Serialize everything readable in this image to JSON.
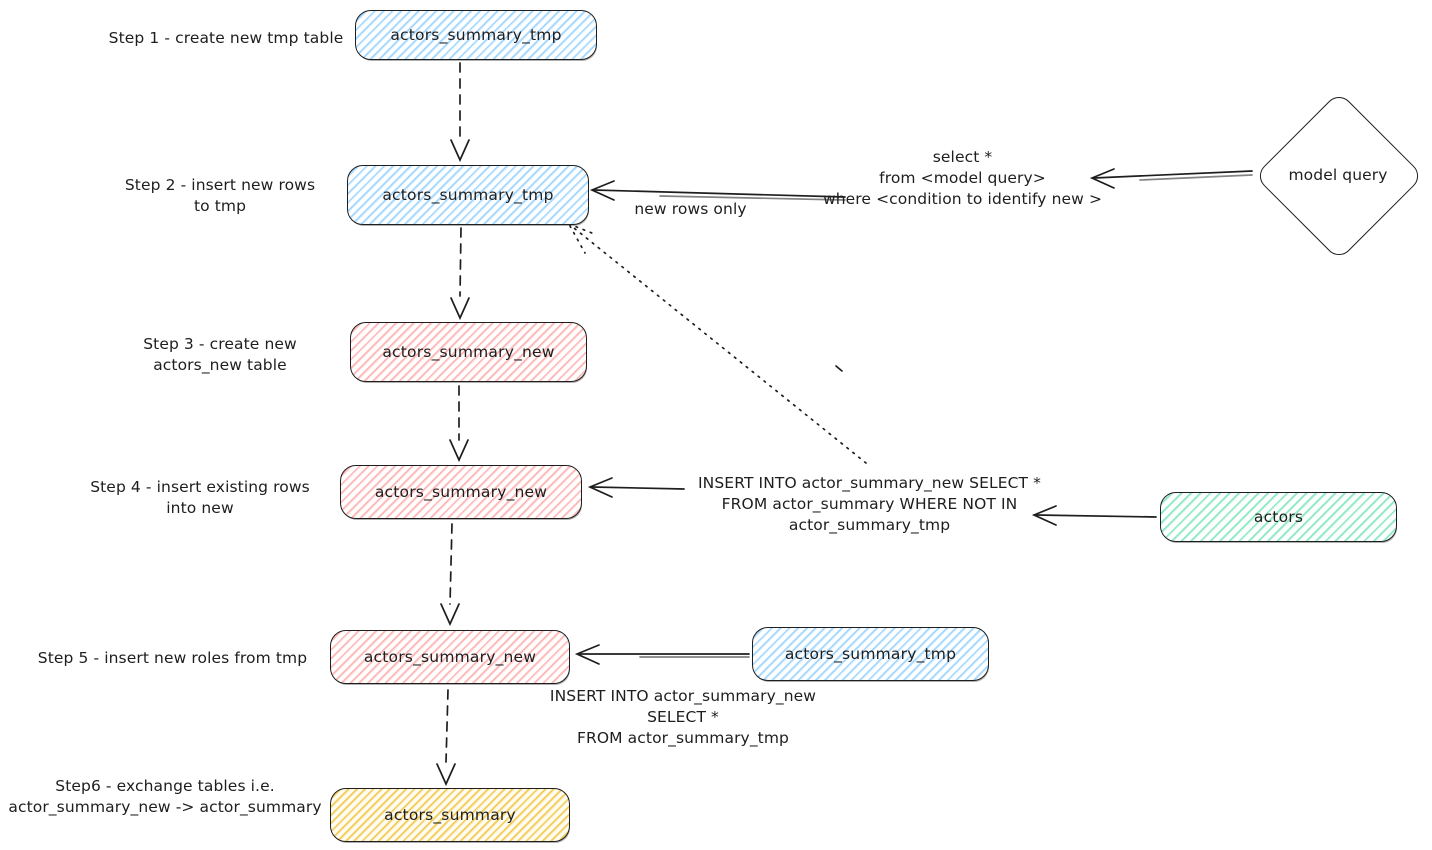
{
  "colors": {
    "stroke": "#1e1e1e",
    "blue": "#a5d8ff",
    "pink": "#ffc9c9",
    "teal": "#96f2d7",
    "yellow": "#ffec99",
    "background": "#ffffff"
  },
  "steps": {
    "step1": {
      "label": "Step 1 - create new tmp table",
      "node": "actors_summary_tmp"
    },
    "step2": {
      "label": "Step 2 - insert new rows\nto tmp",
      "node": "actors_summary_tmp"
    },
    "step3": {
      "label": "Step 3 - create new\nactors_new table",
      "node": "actors_summary_new"
    },
    "step4": {
      "label": "Step 4 - insert existing rows\ninto new",
      "node": "actors_summary_new"
    },
    "step5": {
      "label": "Step 5 - insert new roles from tmp",
      "node": "actors_summary_new",
      "source_node": "actors_summary_tmp"
    },
    "step6": {
      "label": "Step6 - exchange tables i.e.\nactor_summary_new -> actor_summary",
      "node": "actors_summary"
    }
  },
  "external": {
    "model_query": "model query",
    "actors": "actors"
  },
  "annotations": {
    "select_query": "select *\nfrom <model query>\nwhere <condition to identify new >",
    "new_rows_only": "new rows only",
    "insert_not_in": "INSERT INTO actor_summary_new SELECT *\nFROM actor_summary WHERE NOT IN\nactor_summary_tmp",
    "insert_from_tmp": "INSERT INTO actor_summary_new\nSELECT *\nFROM actor_summary_tmp"
  }
}
